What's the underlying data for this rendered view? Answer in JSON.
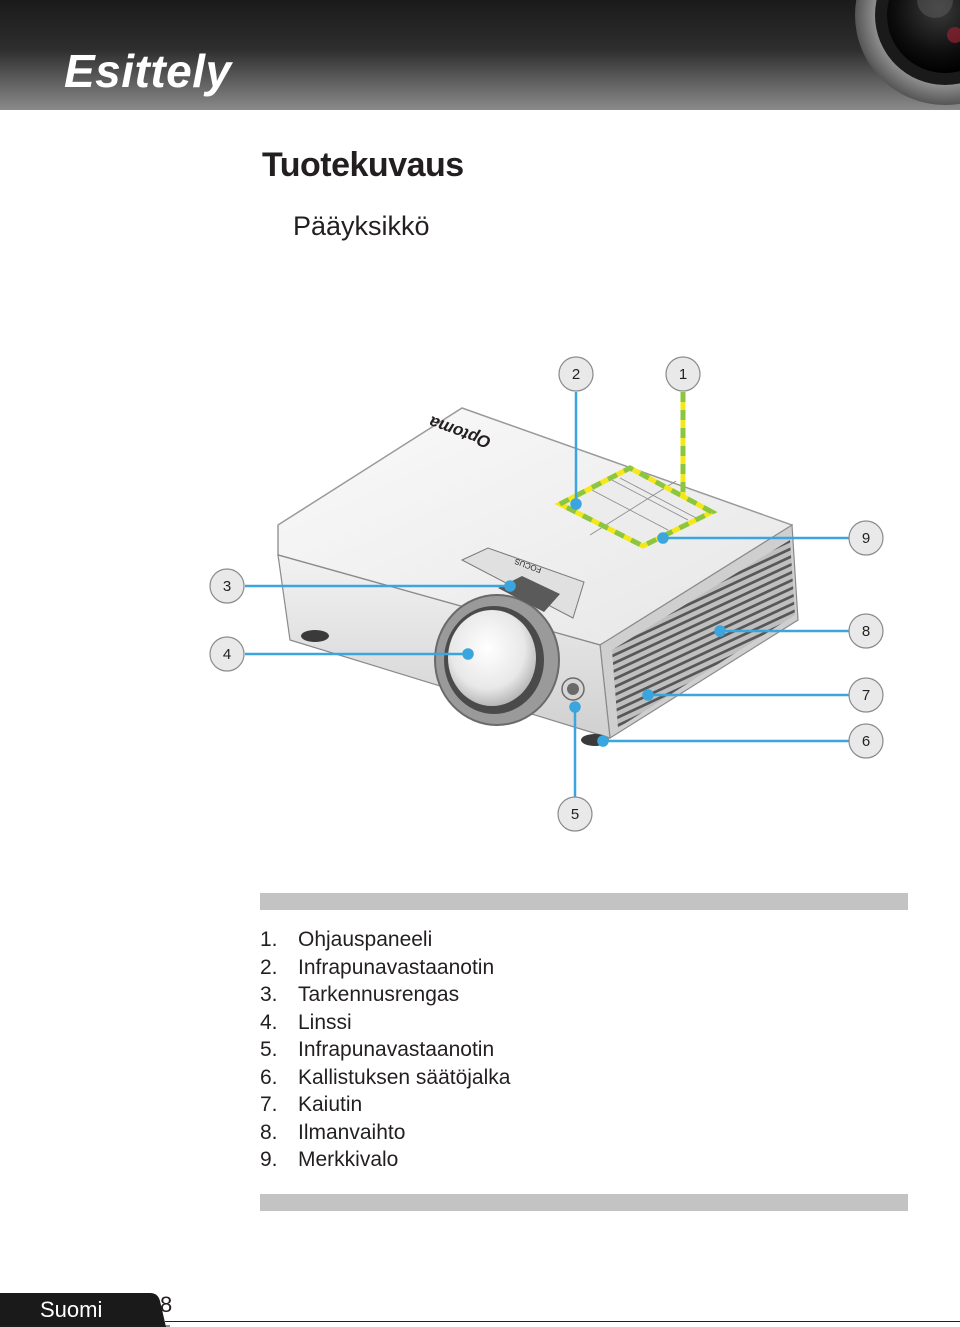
{
  "header": {
    "title": "Esittely"
  },
  "section": {
    "title": "Tuotekuvaus",
    "subtitle": "Pääyksikkö"
  },
  "diagram": {
    "brand_logo": "Optoma",
    "focus_label": "FOCUS",
    "callouts": [
      "1",
      "2",
      "3",
      "4",
      "5",
      "6",
      "7",
      "8",
      "9"
    ]
  },
  "parts": [
    {
      "num": "1.",
      "label": "Ohjauspaneeli"
    },
    {
      "num": "2.",
      "label": "Infrapunavastaanotin"
    },
    {
      "num": "3.",
      "label": "Tarkennusrengas"
    },
    {
      "num": "4.",
      "label": "Linssi"
    },
    {
      "num": "5.",
      "label": "Infrapunavastaanotin"
    },
    {
      "num": "6.",
      "label": "Kallistuksen säätöjalka"
    },
    {
      "num": "7.",
      "label": "Kaiutin"
    },
    {
      "num": "8.",
      "label": "Ilmanvaihto"
    },
    {
      "num": "9.",
      "label": "Merkkivalo"
    }
  ],
  "footer": {
    "language": "Suomi",
    "page_number": "8"
  },
  "colors": {
    "callout_line": "#3aa6dd",
    "highlight_yellow": "#f5e81a",
    "highlight_green": "#8cc63f",
    "bar_gray": "#c3c3c3"
  }
}
